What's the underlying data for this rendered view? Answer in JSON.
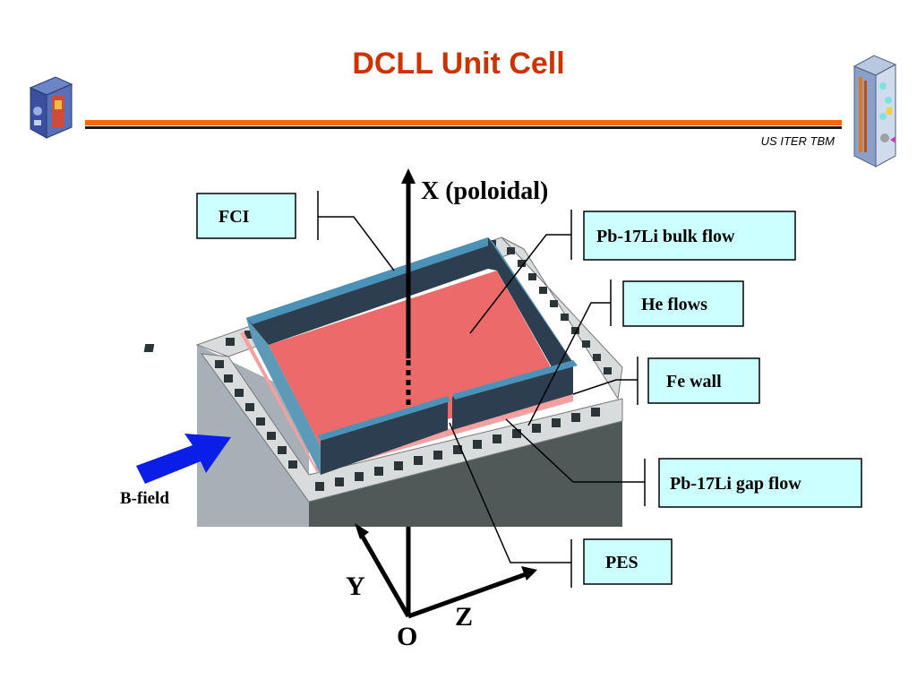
{
  "slide": {
    "title": "DCLL Unit Cell",
    "subtitle": "US ITER TBM"
  },
  "colors": {
    "title": "#cc3300",
    "accent_rule": "#ff6600",
    "label_box_fill": "#ccffff",
    "pbli_bulk": "#ec6a6a",
    "fci_wall": "#2c3e50",
    "fe_wall": "#4f5a58",
    "b_field_arrow": "#0a1ee6"
  },
  "diagram": {
    "axes": {
      "x_label": "X (poloidal)",
      "y_label": "Y",
      "z_label": "Z",
      "origin_label": "O"
    },
    "labels": {
      "fci": "FCI",
      "bulk_flow": "Pb-17Li bulk flow",
      "he_flows": "He flows",
      "fe_wall": "Fe wall",
      "gap_flow": "Pb-17Li gap flow",
      "pes": "PES",
      "b_field": "B-field"
    },
    "icons": {
      "left_logo": "tbm-module-icon",
      "right_logo": "tbm-assembly-icon"
    }
  }
}
